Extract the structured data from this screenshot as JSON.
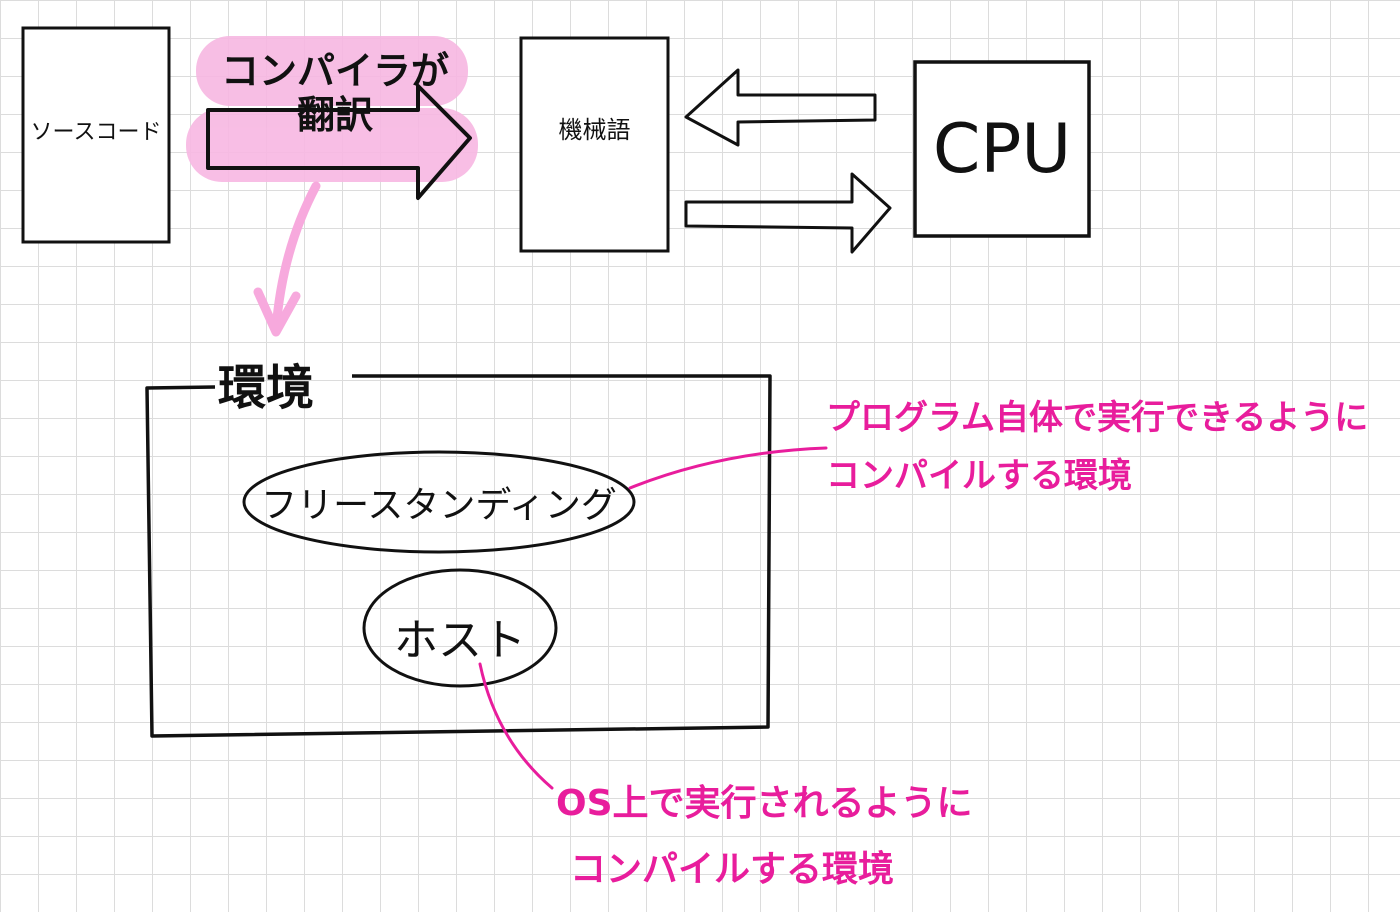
{
  "source_box": {
    "label": "ソースコード"
  },
  "compiler": {
    "line1": "コンパイラが",
    "line2": "翻訳"
  },
  "machine_box": {
    "label": "機械語"
  },
  "cpu_box": {
    "label": "CPU"
  },
  "environment": {
    "title": "環境",
    "freestanding": {
      "label": "フリースタンディング",
      "note_line1": "プログラム自体で実行できるように",
      "note_line2": "コンパイルする環境"
    },
    "host": {
      "label": "ホスト",
      "note_line1": "OS上で実行されるように",
      "note_line2": "コンパイルする環境"
    }
  },
  "colors": {
    "ink": "#111111",
    "accent": "#e81d9c",
    "highlight": "#f7b7e2",
    "grid": "#dcdcdc"
  }
}
